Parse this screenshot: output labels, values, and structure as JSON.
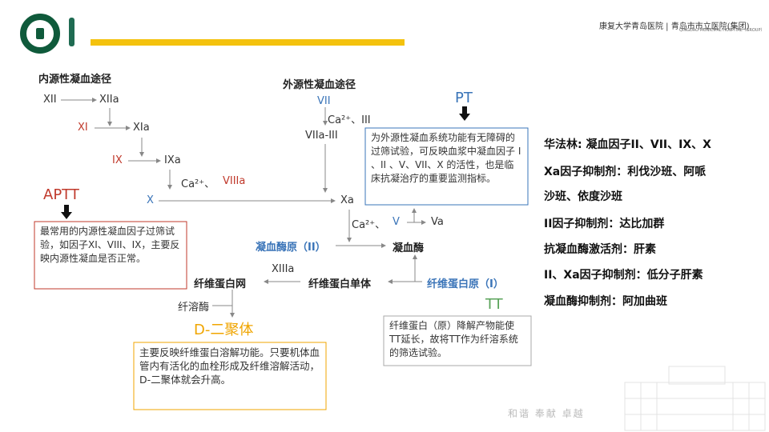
{
  "header": {
    "brand_line1": "康复大学青岛医院 | 青岛市市立医院(集团)",
    "brand_line2": "QINGDAO MUNICIPAL HOSPITAL（GROUP）"
  },
  "diagram": {
    "intrinsic_title": "内源性凝血途径",
    "extrinsic_title": "外源性凝血途径",
    "xii": "XII",
    "xiia": "XIIa",
    "xi": "XI",
    "xia": "XIa",
    "ix": "IX",
    "ixa": "IXa",
    "ca_viiia_ca": "Ca²⁺、",
    "viiia": "VIIIa",
    "x": "X",
    "xa": "Xa",
    "vii": "VII",
    "ca_iii": "Ca²⁺、III",
    "viia_iii": "VIIa-III",
    "ca_v_ca": "Ca²⁺、",
    "v": "V",
    "va": "Va",
    "prothrombin": "凝血酶原（II）",
    "thrombin": "凝血酶",
    "fibrinogen": "纤维蛋白原（I）",
    "fibrin_monomer": "纤维蛋白单体",
    "xiiia": "XIIIa",
    "fibrin_net": "纤维蛋白网",
    "plasmin": "纤溶酶",
    "d_dimer": "D-二聚体",
    "aptt": "APTT",
    "pt": "PT",
    "tt": "TT",
    "aptt_note": "最常用的内源性凝血因子过筛试验，如因子XI、VIII、IX，主要反映内源性凝血是否正常。",
    "pt_note": "为外源性凝血系统功能有无障碍的过筛试验，可反映血浆中凝血因子 I 、II 、V、VII、X 的活性，也是临床抗凝治疗的重要监测指标。",
    "tt_note": "纤维蛋白（原）降解产物能使TT延长，故将TT作为纤溶系统的筛选试验。",
    "ddimer_note": "主要反映纤维蛋白溶解功能。只要机体血管内有活化的血栓形成及纤维溶解活动，D-二聚体就会升高。"
  },
  "side": {
    "line1": "华法林: 凝血因子II、VII、IX、X",
    "line2": "Xa因子抑制剂：利伐沙班、阿哌",
    "line3": "沙班、依度沙班",
    "line4": "II因子抑制剂：达比加群",
    "line5": "抗凝血酶激活剂：肝素",
    "line6": "II、Xa因子抑制剂：低分子肝素",
    "line7": "凝血酶抑制剂：阿加曲班"
  },
  "footer": {
    "motto": "和谐 奉献 卓越"
  },
  "colors": {
    "green": "#1f6b52",
    "yellow": "#f4c20d",
    "red": "#c0392b",
    "blue": "#3a74b8",
    "tt_green": "#5aa35a",
    "orange": "#f0a500"
  }
}
